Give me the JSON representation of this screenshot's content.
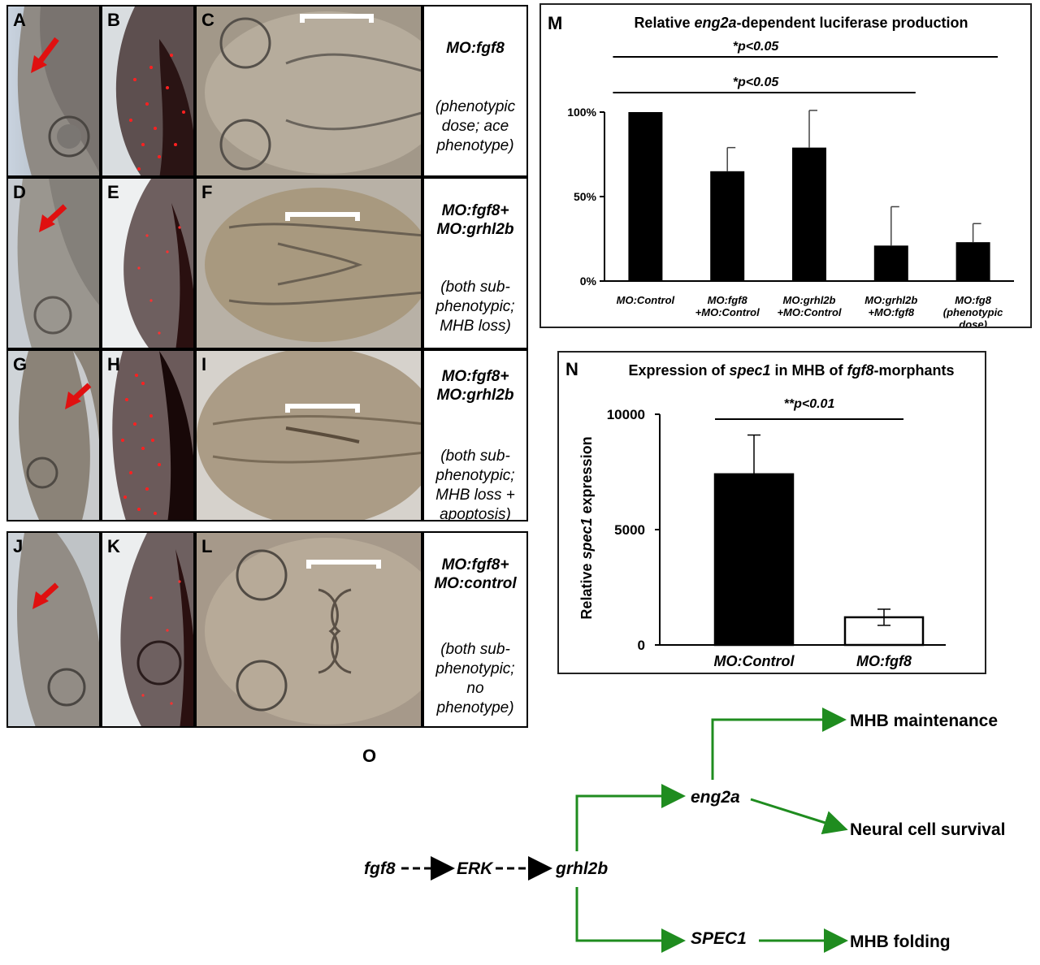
{
  "figure": {
    "panels": {
      "row1": [
        "A",
        "B",
        "C"
      ],
      "row2": [
        "D",
        "E",
        "F"
      ],
      "row3": [
        "G",
        "H",
        "I"
      ],
      "row4": [
        "J",
        "K",
        "L"
      ],
      "m": "M",
      "n": "N",
      "o": "O"
    },
    "conditions": [
      {
        "title_lines": [
          "MO:fgf8"
        ],
        "note_lines": [
          "(phenotypic",
          "dose; ace",
          "phenotype)"
        ]
      },
      {
        "title_lines": [
          "MO:fgf8+",
          "MO:grhl2b"
        ],
        "note_lines": [
          "(both sub-",
          "phenotypic;",
          "MHB loss)"
        ]
      },
      {
        "title_lines": [
          "MO:fgf8+",
          "MO:grhl2b"
        ],
        "note_lines": [
          "(both sub-",
          "phenotypic;",
          "MHB loss +",
          "apoptosis)"
        ]
      },
      {
        "title_lines": [
          "MO:fgf8+",
          "MO:control"
        ],
        "note_lines": [
          "(both sub-",
          "phenotypic;",
          "no",
          "phenotype)"
        ]
      }
    ]
  },
  "chart_data": [
    {
      "type": "bar",
      "title_parts": [
        "Relative ",
        "eng2a",
        "-dependent luciferase production"
      ],
      "categories": [
        [
          "MO:Control"
        ],
        [
          "MO:fgf8",
          "+MO:Control"
        ],
        [
          "MO:grhl2b",
          "+MO:Control"
        ],
        [
          "MO:grhl2b",
          "+MO:fgf8"
        ],
        [
          "MO:fg8",
          "(phenotypic",
          "dose)"
        ]
      ],
      "values": [
        100,
        65,
        79,
        21,
        23
      ],
      "error": [
        0,
        14,
        22,
        23,
        11
      ],
      "yticks": [
        "100%",
        "50%",
        "0%"
      ],
      "ylim": [
        0,
        100
      ],
      "significance": [
        "*p<0.05",
        "*p<0.05"
      ],
      "bar_color": "#000000"
    },
    {
      "type": "bar",
      "title_parts": [
        "Expression of ",
        "spec1",
        " in MHB of ",
        "fgf8",
        "-morphants"
      ],
      "categories": [
        "MO:Control",
        "MO:fgf8"
      ],
      "values": [
        7400,
        1200
      ],
      "error": [
        1700,
        350
      ],
      "ylabel_parts": [
        "Relative ",
        "spec1",
        " expression"
      ],
      "yticks": [
        "10000",
        "5000",
        "0"
      ],
      "ylim": [
        0,
        10000
      ],
      "significance": [
        "**p<0.01"
      ],
      "bar_fill": [
        "#000000",
        "#ffffff"
      ]
    }
  ],
  "pathway": {
    "nodes": {
      "fgf8": "fgf8",
      "erk": "ERK",
      "grhl2b": "grhl2b",
      "eng2a": "eng2a",
      "spec1": "SPEC1",
      "mhb_maintenance": "MHB maintenance",
      "neural_survival": "Neural cell survival",
      "mhb_folding": "MHB folding"
    },
    "arrow_color": "#1f8c1f"
  }
}
